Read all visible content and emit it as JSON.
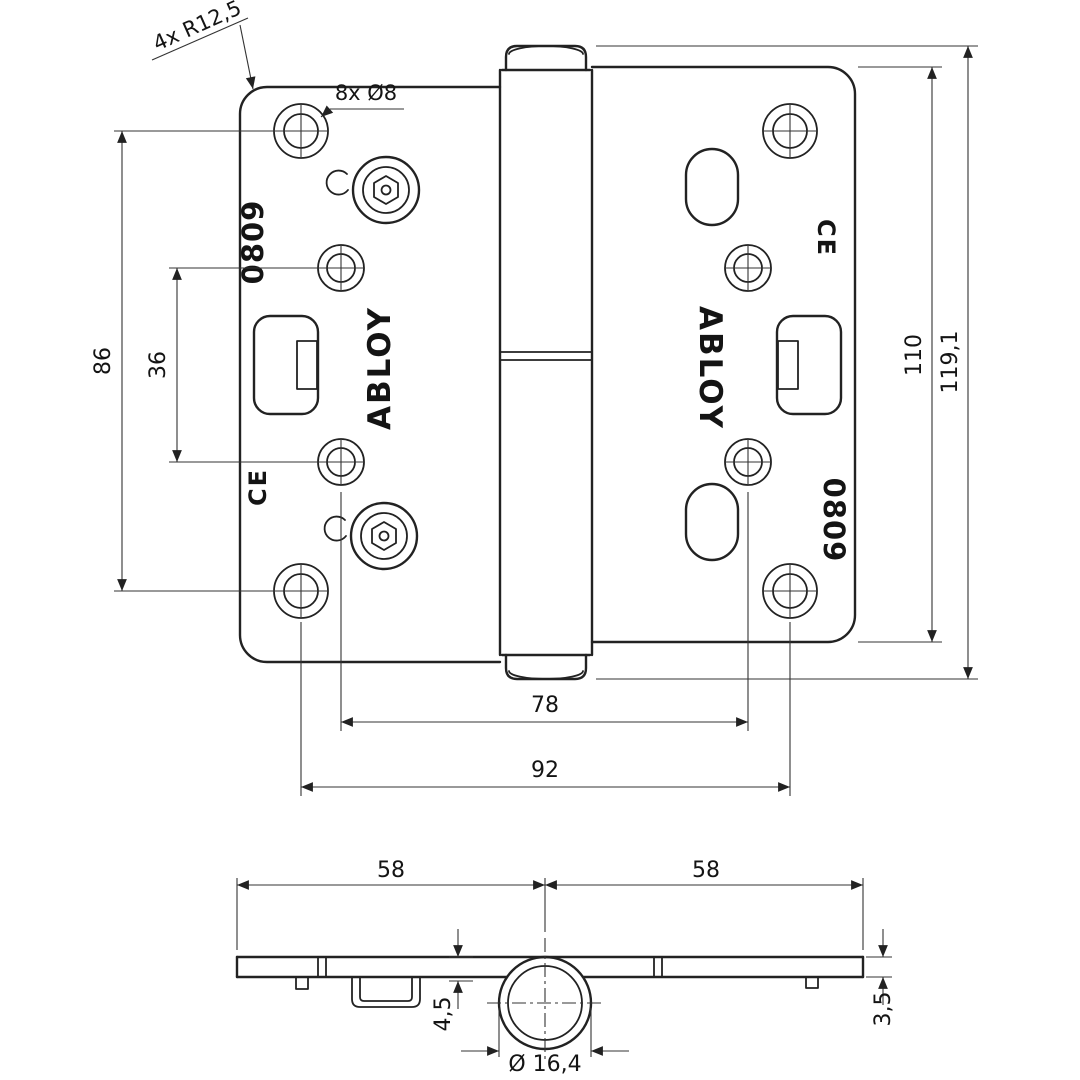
{
  "front_view": {
    "labels": {
      "corner_radius_note": "4x R12,5",
      "hole_note": "8x Ø8",
      "left_model": "0809",
      "right_model": "0809",
      "left_brand": "ABLOY",
      "right_brand": "ABLOY",
      "left_ce": "CE",
      "right_ce": "CE"
    },
    "dims": {
      "outer_hole_spacing_v": "86",
      "inner_hole_spacing_v": "36",
      "leaf_height": "110",
      "overall_height": "119,1",
      "inner_hole_spacing_h": "78",
      "outer_hole_spacing_h": "92"
    }
  },
  "top_view": {
    "dims": {
      "left_leaf_width": "58",
      "right_leaf_width": "58",
      "left_thickness": "4,5",
      "right_thickness": "3,5",
      "knuckle_diameter": "Ø 16,4"
    }
  }
}
